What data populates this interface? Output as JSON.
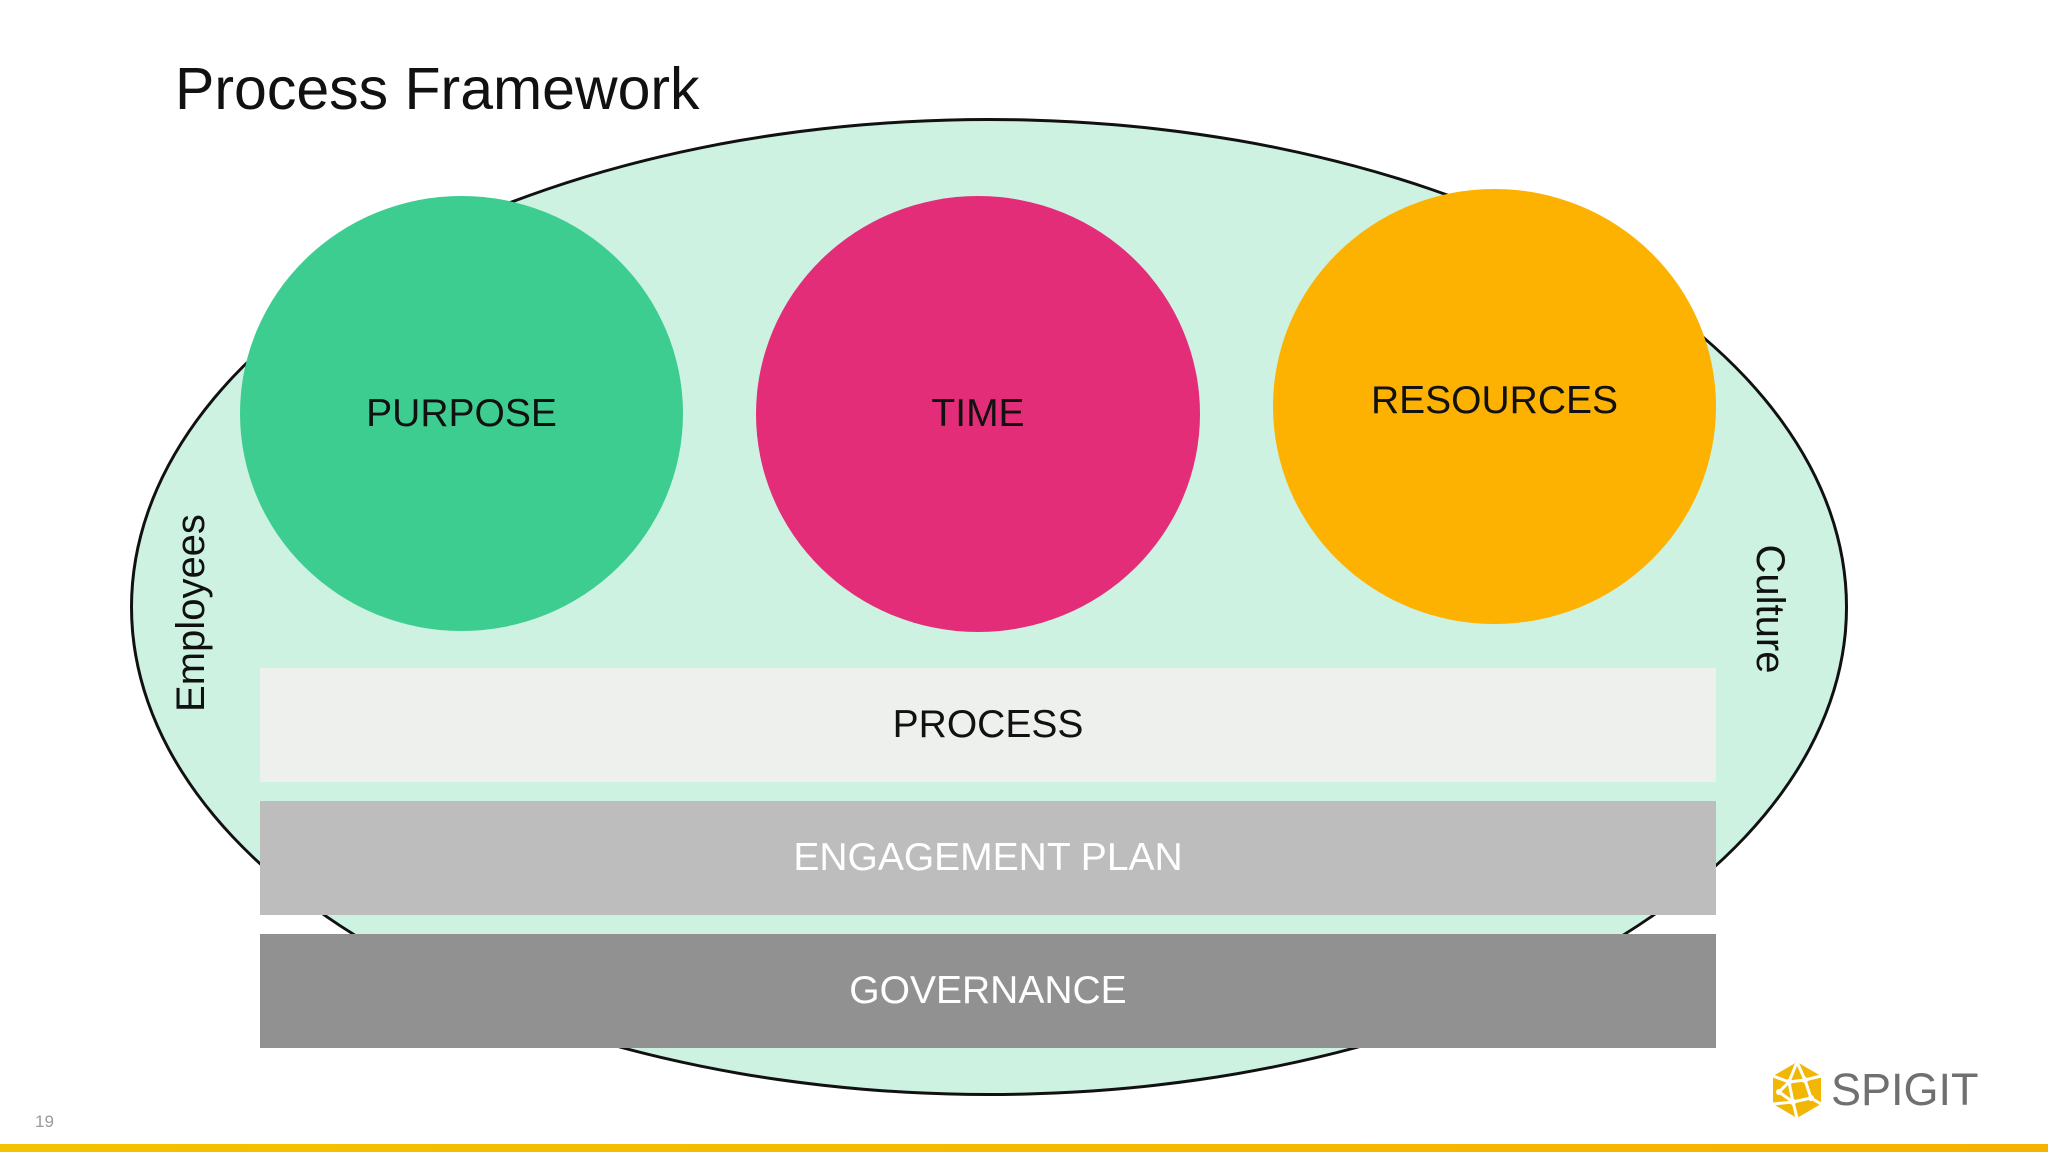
{
  "slide": {
    "title": "Process Framework",
    "page_number": "19"
  },
  "diagram": {
    "circles": [
      {
        "label": "PURPOSE",
        "color": "#3ecd90"
      },
      {
        "label": "TIME",
        "color": "#e32d78"
      },
      {
        "label": "RESOURCES",
        "color": "#fdb101"
      }
    ],
    "side_labels": {
      "left": "Employees",
      "right": "Culture"
    },
    "bars": {
      "process": "PROCESS",
      "engagement_plan": "ENGAGEMENT PLAN",
      "governance": "GOVERNANCE"
    },
    "ellipse_color": "#cdf2e2"
  },
  "brand": {
    "logo_text": "SPIGIT",
    "logo_icon": "spigit-globe-icon",
    "accent": "#f3c200"
  }
}
